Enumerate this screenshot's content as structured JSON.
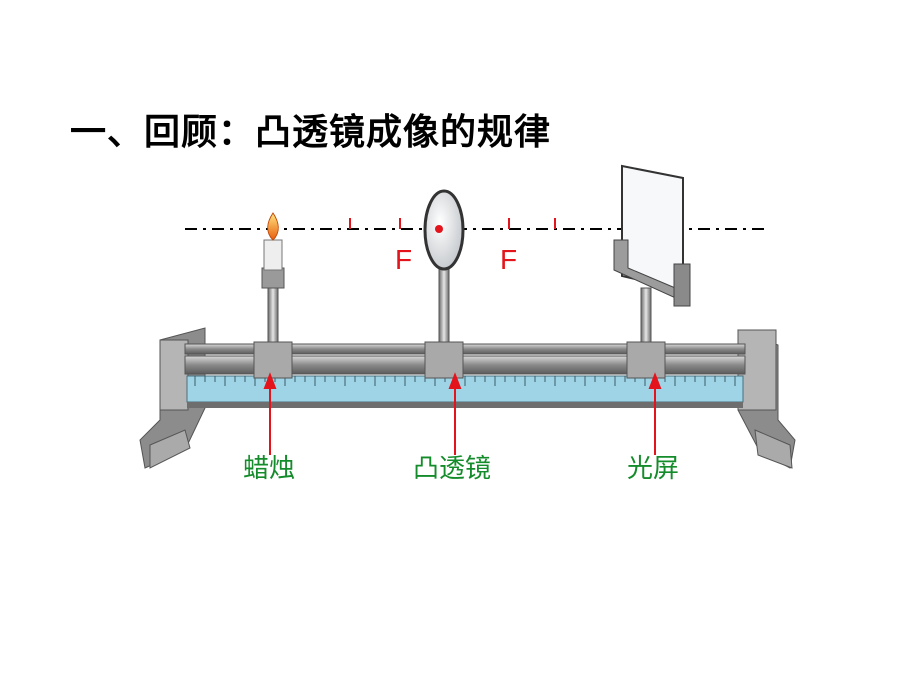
{
  "title": "一、回顾：凸透镜成像的规律",
  "focal_labels": {
    "left": "F",
    "right": "F"
  },
  "parts": {
    "candle": "蜡烛",
    "lens": "凸透镜",
    "screen": "光屏"
  },
  "colors": {
    "focal": "#e3141c",
    "labels": "#158c2b",
    "arrows": "#e3141c",
    "ruler": "#9fd4e6"
  }
}
